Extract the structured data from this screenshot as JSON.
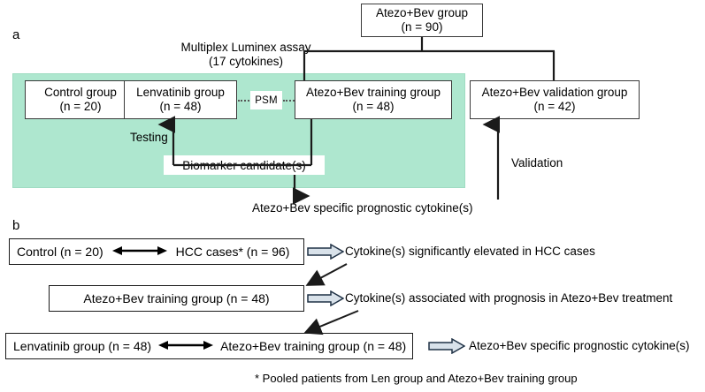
{
  "figure": {
    "panel_a_letter": "a",
    "panel_b_letter": "b"
  },
  "panel_a": {
    "top_box": {
      "line1": "Atezo+Bev group",
      "line2": "(n = 90)"
    },
    "assay_label": {
      "line1": "Multiplex Luminex assay",
      "line2": "(17 cytokines)"
    },
    "control_box": {
      "line1": "Control group",
      "line2": "(n = 20)"
    },
    "lenvatinib_box": {
      "line1": "Lenvatinib group",
      "line2": "(n = 48)"
    },
    "psm_chip": "PSM",
    "training_box": {
      "line1": "Atezo+Bev training group",
      "line2": "(n = 48)"
    },
    "validation_box": {
      "line1": "Atezo+Bev validation group",
      "line2": "(n = 42)"
    },
    "testing_label": "Testing",
    "biomarker_chip": "Biomarker candidate(s)",
    "validation_label": "Validation",
    "outcome_label": "Atezo+Bev specific prognostic cytokine(s)"
  },
  "panel_b": {
    "row1": {
      "left_text": "Control (n = 20)",
      "right_text": "HCC cases* (n = 96)",
      "result": "Cytokine(s) significantly elevated in HCC cases"
    },
    "row2": {
      "box_text": "Atezo+Bev training group (n = 48)",
      "result": "Cytokine(s) associated with prognosis in Atezo+Bev treatment"
    },
    "row3": {
      "left_text": "Lenvatinib group (n = 48)",
      "right_text": "Atezo+Bev training group (n = 48)",
      "result": "Atezo+Bev specific prognostic cytokine(s)"
    },
    "footnote": "* Pooled patients from Len group and Atezo+Bev training group"
  },
  "colors": {
    "green_region": "#aee7cf",
    "box_border": "#3a3a3a",
    "block_arrow_fill": "#d9e2ea",
    "block_arrow_stroke": "#1f3145",
    "line": "#1a1a1a"
  }
}
